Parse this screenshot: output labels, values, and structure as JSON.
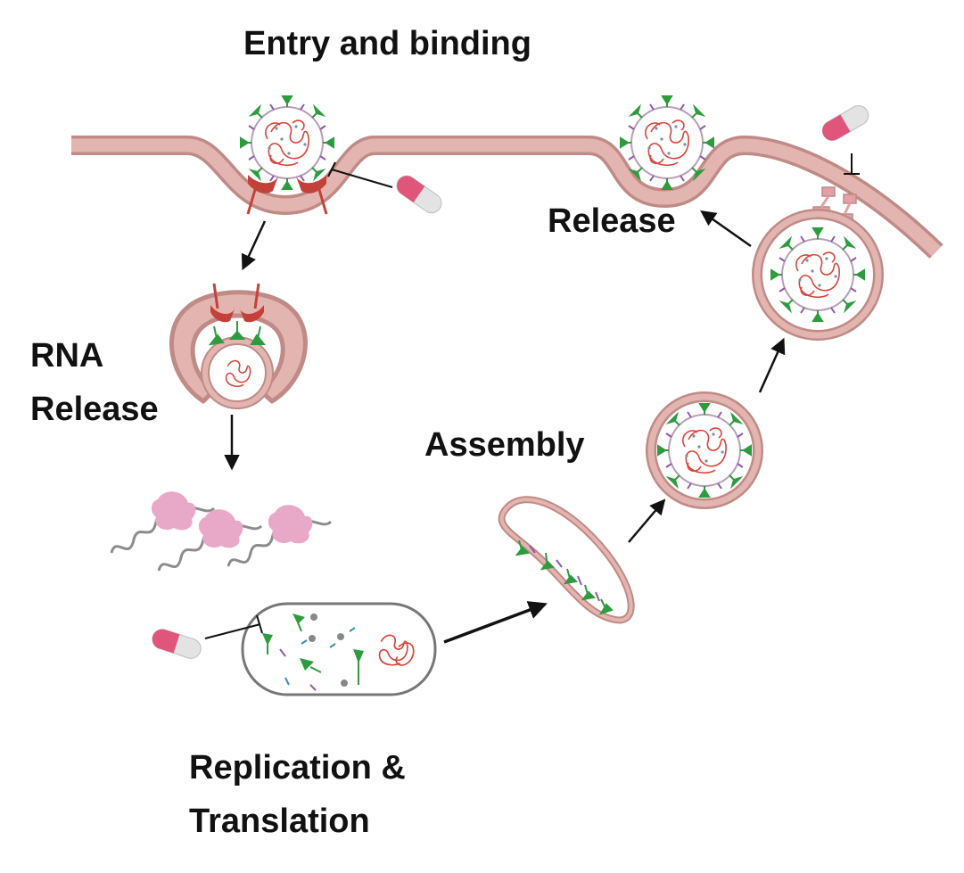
{
  "labels": {
    "entry": "Entry and binding",
    "release_top": "Release",
    "rna_line1": "RNA",
    "rna_line2": "Release",
    "assembly": "Assembly",
    "replication_line1": "Replication &",
    "replication_line2": "Translation"
  },
  "colors": {
    "membrane_fill": "#e3b5b0",
    "membrane_edge": "#c08a86",
    "receptor": "#c4413a",
    "spike": "#2e9b3e",
    "rna": "#d9443a",
    "pill_red": "#e0557a",
    "pill_grey": "#e3e3e3",
    "ribosome": "#e8a9c9",
    "arrow": "#111111"
  },
  "icons": {
    "virion": "virus-particle-icon",
    "capsule": "drug-capsule-icon",
    "ribosome": "ribosome-icon"
  }
}
